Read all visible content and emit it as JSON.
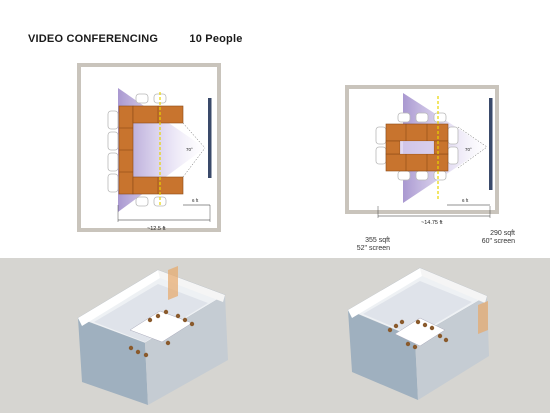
{
  "header": {
    "title": "VIDEO CONFERENCING",
    "subtitle": "10 People"
  },
  "layout_left": {
    "angle_label": "70°",
    "short_dim_label": "6 ft",
    "long_dim_label": "~12.5 ft",
    "area_label": "355 sqft",
    "screen_label": "52\" screen"
  },
  "layout_right": {
    "angle_label": "70°",
    "short_dim_label": "6 ft",
    "long_dim_label": "~14.75 ft",
    "area_label": "290 sqft",
    "screen_label": "60\" screen"
  },
  "colors": {
    "table": "#c8742e",
    "table_border": "#8a4a17",
    "view_cone": "#b8a8d8",
    "center_line": "#e8d400",
    "room_wall": "#c9c4bc",
    "screen": "#3a4a6a",
    "band": "#d6d5d1"
  }
}
